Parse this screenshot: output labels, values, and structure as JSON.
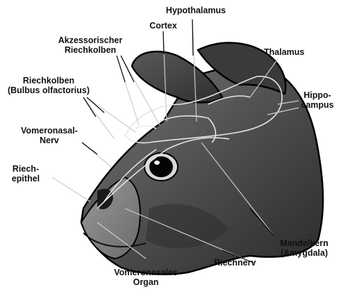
{
  "labels": {
    "hypothalamus": "Hypothalamus",
    "cortex": "Cortex",
    "akzessorischer_1": "Akzessorischer",
    "akzessorischer_2": "Riechkolben",
    "thalamus": "Thalamus",
    "riechkolben_1": "Riechkolben",
    "riechkolben_2": "(Bulbus olfactorius)",
    "hippocampus_1": "Hippo-",
    "hippocampus_2": "campus",
    "vomeronasal_nerv_1": "Vomeronasal-",
    "vomeronasal_nerv_2": "Nerv",
    "riechepithel_1": "Riech-",
    "riechepithel_2": "epithel",
    "mandelkern_1": "Mandelkern",
    "mandelkern_2": "(Amygdala)",
    "riechnerv": "Riechnerv",
    "vomeronasales_organ_1": "Vomeronasales",
    "vomeronasales_organ_2": "Organ"
  },
  "colors": {
    "head_dark": "#3c3c3c",
    "head_mid": "#6b6b6b",
    "snout": "#8a8a8a",
    "outline": "#000000",
    "brain_lines": "#e6e6e6"
  }
}
